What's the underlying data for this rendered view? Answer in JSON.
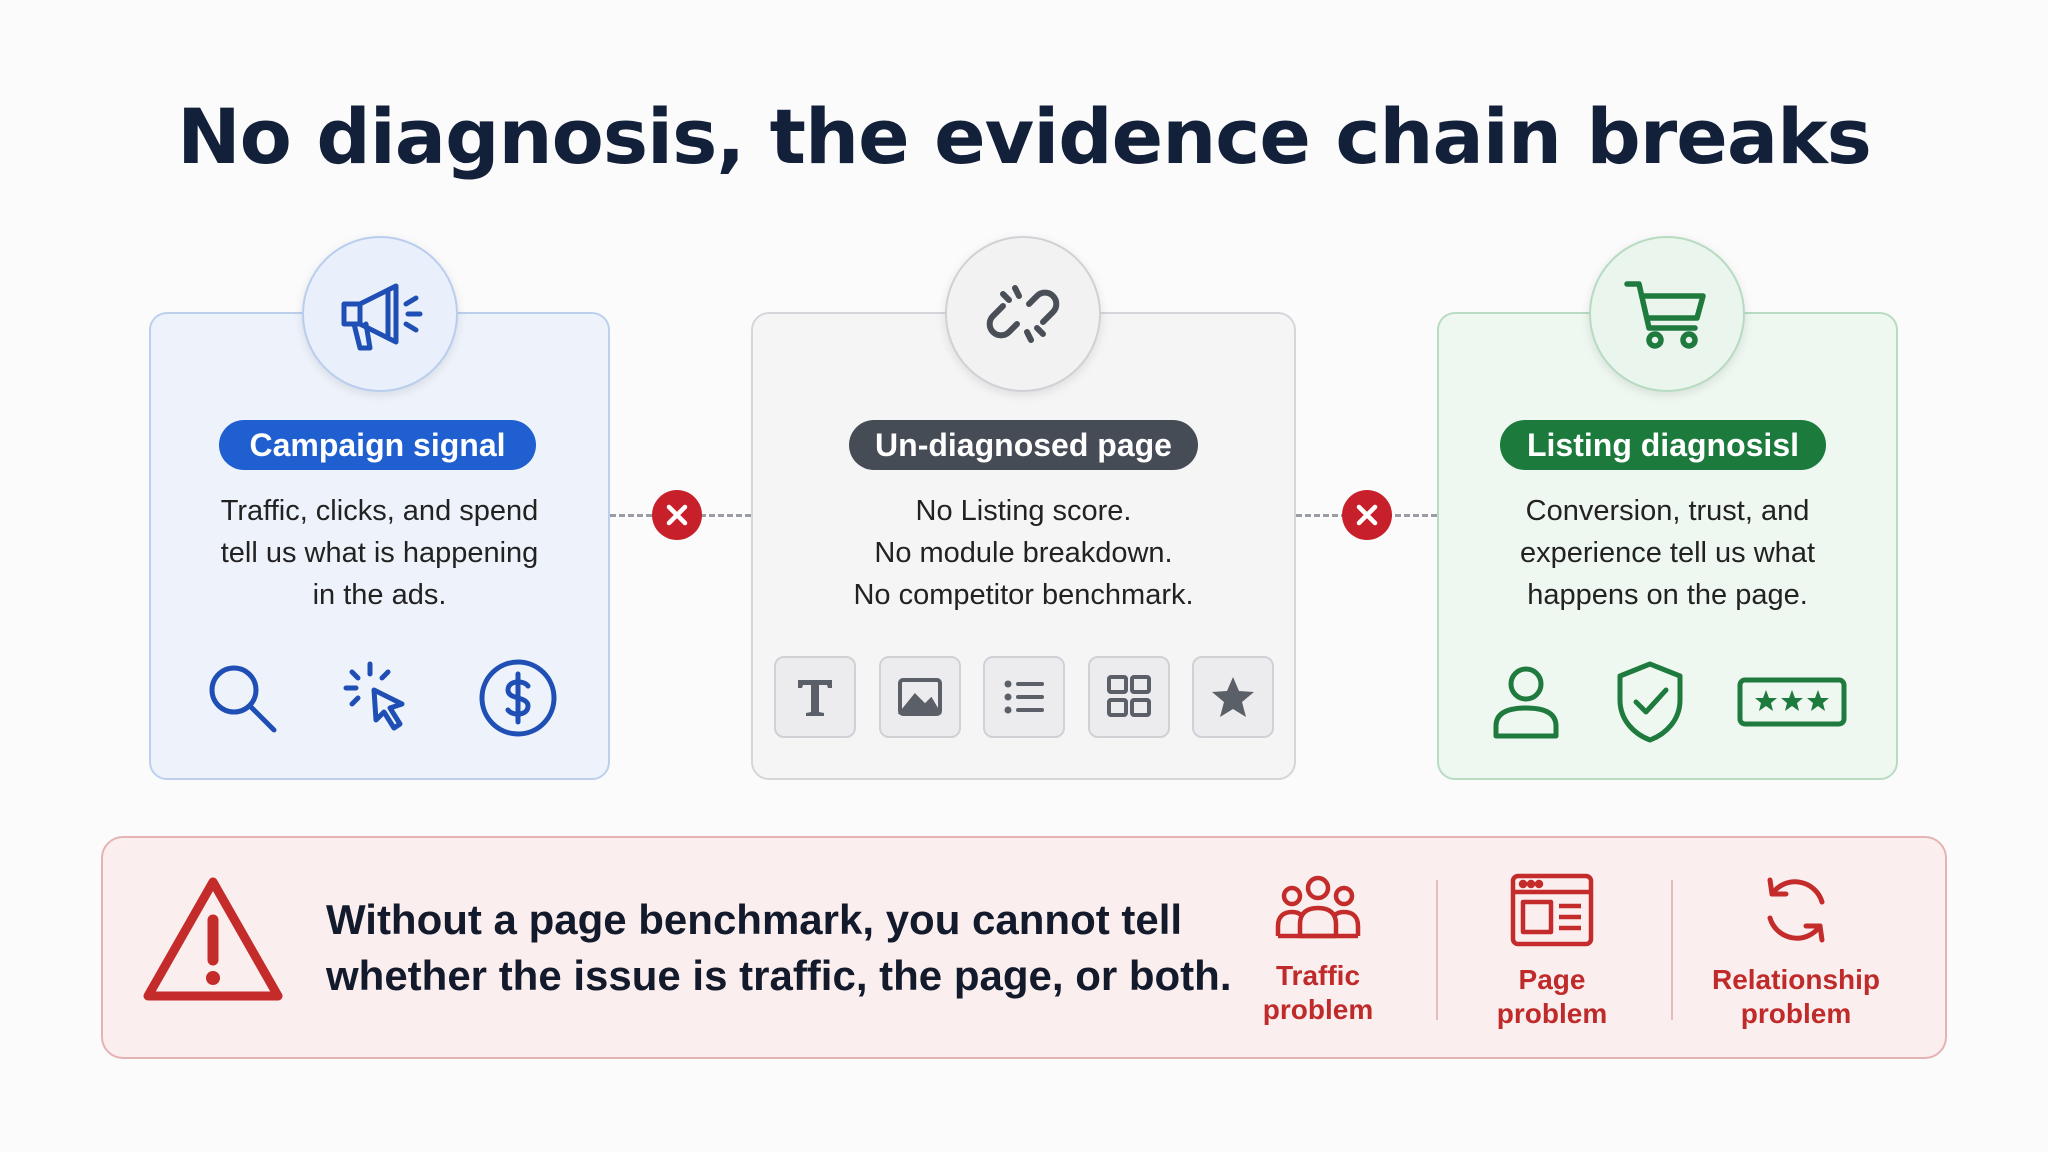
{
  "title": "No diagnosis, the evidence chain breaks",
  "colors": {
    "campaign_accent": "#1f5fcf",
    "undiagnosed_accent": "#464c55",
    "listing_accent": "#1d7a3d",
    "break_mark": "#c8202a",
    "warning": "#bf2a2a"
  },
  "cards": {
    "campaign": {
      "icon": "megaphone-icon",
      "label": "Campaign signal",
      "lines": [
        "Traffic, clicks, and spend",
        "tell us what is happening",
        "in the ads."
      ],
      "icons": [
        "search-icon",
        "click-cursor-icon",
        "dollar-icon"
      ]
    },
    "undiagnosed": {
      "icon": "broken-link-icon",
      "label": "Un-diagnosed page",
      "lines": [
        "No Listing score.",
        "No module breakdown.",
        "No competitor benchmark."
      ],
      "icons": [
        "text-module-icon",
        "image-module-icon",
        "list-module-icon",
        "grid-module-icon",
        "star-module-icon"
      ]
    },
    "listing": {
      "icon": "shopping-cart-icon",
      "label": "Listing diagnosisl",
      "lines": [
        "Conversion, trust, and",
        "experience tell us what",
        "happens on the page."
      ],
      "icons": [
        "user-icon",
        "shield-check-icon",
        "rating-stars-icon"
      ]
    }
  },
  "warning": {
    "icon": "warning-triangle-icon",
    "lines": [
      "Without a page benchmark, you cannot tell",
      "whether the issue is traffic, the page, or both."
    ],
    "problems": [
      {
        "icon": "people-icon",
        "line1": "Traffic",
        "line2": "problem"
      },
      {
        "icon": "browser-window-icon",
        "line1": "Page",
        "line2": "problem"
      },
      {
        "icon": "refresh-cycle-icon",
        "line1": "Relationship",
        "line2": "problem"
      }
    ]
  }
}
